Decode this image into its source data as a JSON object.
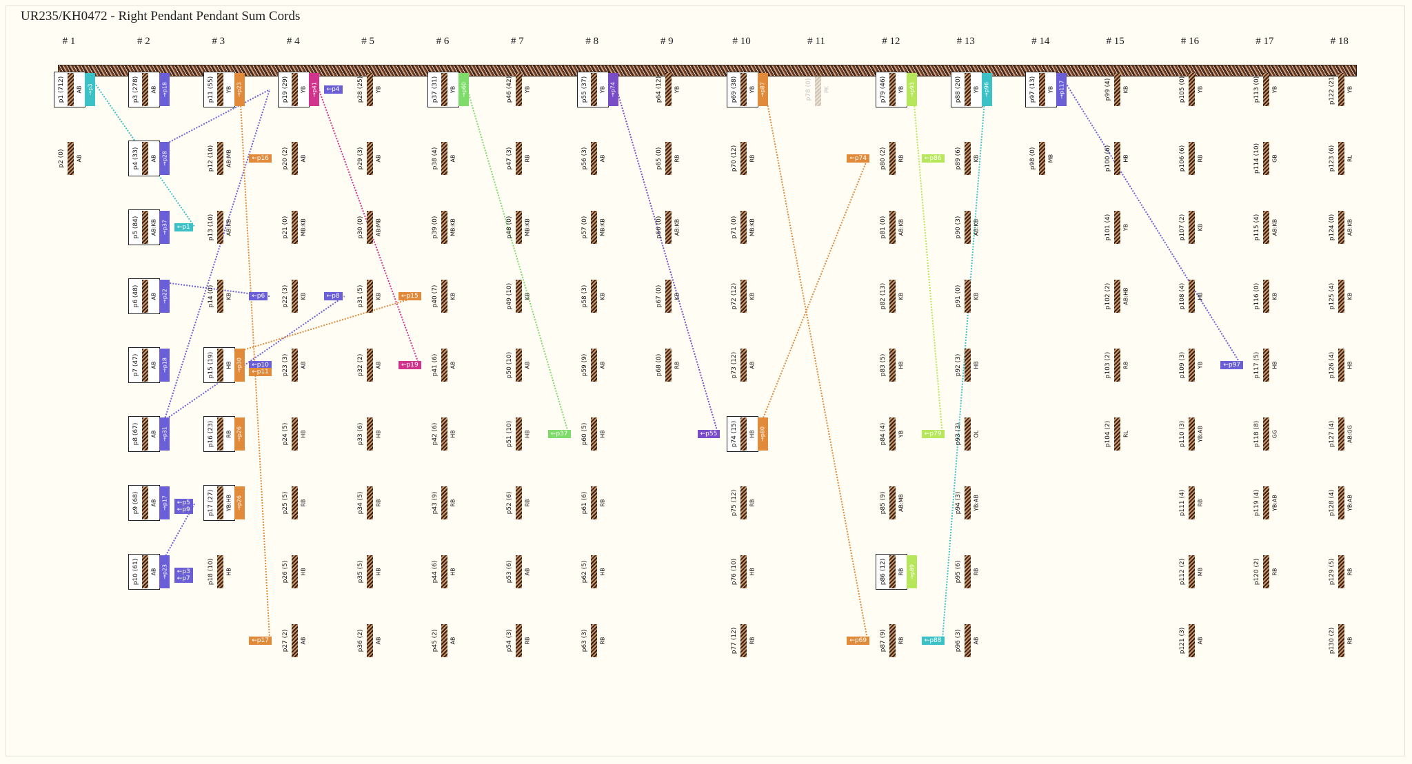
{
  "title": "UR235/KH0472 - Right Pendant Pendant Sum Cords",
  "columns": [
    "# 1",
    "# 2",
    "# 3",
    "# 4",
    "# 5",
    "# 6",
    "# 7",
    "# 8",
    "# 9",
    "# 10",
    "# 11",
    "# 12",
    "# 13",
    "# 14",
    "# 15",
    "# 16",
    "# 17",
    "# 18"
  ],
  "palette": {
    "blue": "#6a5fd6",
    "orange": "#e08a3a",
    "green": "#7edc6a",
    "teal": "#3cc2c6",
    "magenta": "#d0348c",
    "violet": "#7a4dc8",
    "lime": "#b6e65a",
    "tan": "#c9a07a"
  },
  "cords": [
    {
      "label": "p1 (712)",
      "color": "AB",
      "c": 1,
      "r": 0,
      "boxed": true,
      "tag": "→p3",
      "tagColor": "teal"
    },
    {
      "label": "p2 (0)",
      "color": "AB",
      "c": 1,
      "r": 1
    },
    {
      "label": "p3 (278)",
      "color": "AB",
      "c": 2,
      "r": 0,
      "boxed": true,
      "tag": "→p18",
      "tagColor": "blue"
    },
    {
      "label": "p4 (33)",
      "color": "AB",
      "c": 2,
      "r": 1,
      "boxed": true,
      "tag": "→p28",
      "tagColor": "blue"
    },
    {
      "label": "p5 (84)",
      "color": "AB:KB",
      "c": 2,
      "r": 2,
      "boxed": true,
      "tag": "→p37",
      "tagColor": "blue"
    },
    {
      "label": "p6 (48)",
      "color": "AB",
      "c": 2,
      "r": 3,
      "boxed": true,
      "tag": "→p22",
      "tagColor": "blue"
    },
    {
      "label": "p7 (47)",
      "color": "AB",
      "c": 2,
      "r": 4,
      "boxed": true,
      "tag": "→p18",
      "tagColor": "blue"
    },
    {
      "label": "p8 (67)",
      "color": "AB",
      "c": 2,
      "r": 5,
      "boxed": true,
      "tag": "→p31",
      "tagColor": "blue"
    },
    {
      "label": "p9 (68)",
      "color": "AB",
      "c": 2,
      "r": 6,
      "boxed": true,
      "tag": "→p17",
      "tagColor": "blue"
    },
    {
      "label": "p10 (61)",
      "color": "AB",
      "c": 2,
      "r": 7,
      "boxed": true,
      "tag": "→p23",
      "tagColor": "blue"
    },
    {
      "label": "p11 (55)",
      "color": "YB",
      "c": 3,
      "r": 0,
      "boxed": true,
      "tag": "→p23",
      "tagColor": "orange"
    },
    {
      "label": "p12 (10)",
      "color": "AB:MB",
      "c": 3,
      "r": 1
    },
    {
      "label": "p13 (10)",
      "color": "AB:KB",
      "c": 3,
      "r": 2
    },
    {
      "label": "p14 (0)",
      "color": "KB",
      "c": 3,
      "r": 3
    },
    {
      "label": "p15 (19)",
      "color": "HB",
      "c": 3,
      "r": 4,
      "boxed": true,
      "tag": "→p30",
      "tagColor": "orange"
    },
    {
      "label": "p16 (23)",
      "color": "RB",
      "c": 3,
      "r": 5,
      "boxed": true,
      "tag": "→p26",
      "tagColor": "orange"
    },
    {
      "label": "p17 (27)",
      "color": "YB:HB",
      "c": 3,
      "r": 6,
      "boxed": true,
      "tag": "→p26",
      "tagColor": "orange"
    },
    {
      "label": "p18 (10)",
      "color": "HB",
      "c": 3,
      "r": 7
    },
    {
      "label": "p19 (29)",
      "color": "YB",
      "c": 4,
      "r": 0,
      "boxed": true,
      "tag": "→p41",
      "tagColor": "magenta"
    },
    {
      "label": "p20 (2)",
      "color": "AB",
      "c": 4,
      "r": 1
    },
    {
      "label": "p21 (0)",
      "color": "MB:KB",
      "c": 4,
      "r": 2
    },
    {
      "label": "p22 (3)",
      "color": "KB",
      "c": 4,
      "r": 3
    },
    {
      "label": "p23 (3)",
      "color": "AB",
      "c": 4,
      "r": 4
    },
    {
      "label": "p24 (5)",
      "color": "HB",
      "c": 4,
      "r": 5
    },
    {
      "label": "p25 (5)",
      "color": "RB",
      "c": 4,
      "r": 6
    },
    {
      "label": "p26 (5)",
      "color": "HB",
      "c": 4,
      "r": 7
    },
    {
      "label": "p27 (2)",
      "color": "AB",
      "c": 4,
      "r": 8
    },
    {
      "label": "p28 (25)",
      "color": "YB",
      "c": 5,
      "r": 0
    },
    {
      "label": "p29 (3)",
      "color": "AB",
      "c": 5,
      "r": 1
    },
    {
      "label": "p30 (0)",
      "color": "AB:MB",
      "c": 5,
      "r": 2
    },
    {
      "label": "p31 (5)",
      "color": "KB",
      "c": 5,
      "r": 3
    },
    {
      "label": "p32 (2)",
      "color": "AB",
      "c": 5,
      "r": 4
    },
    {
      "label": "p33 (6)",
      "color": "HB",
      "c": 5,
      "r": 5
    },
    {
      "label": "p34 (5)",
      "color": "RB",
      "c": 5,
      "r": 6
    },
    {
      "label": "p35 (5)",
      "color": "HB",
      "c": 5,
      "r": 7
    },
    {
      "label": "p36 (2)",
      "color": "AB",
      "c": 5,
      "r": 8
    },
    {
      "label": "p37 (31)",
      "color": "YB",
      "c": 6,
      "r": 0,
      "boxed": true,
      "tag": "→p60",
      "tagColor": "green"
    },
    {
      "label": "p38 (4)",
      "color": "AB",
      "c": 6,
      "r": 1
    },
    {
      "label": "p39 (0)",
      "color": "MB:KB",
      "c": 6,
      "r": 2
    },
    {
      "label": "p40 (7)",
      "color": "KB",
      "c": 6,
      "r": 3
    },
    {
      "label": "p41 (6)",
      "color": "AB",
      "c": 6,
      "r": 4
    },
    {
      "label": "p42 (6)",
      "color": "HB",
      "c": 6,
      "r": 5
    },
    {
      "label": "p43 (9)",
      "color": "RB",
      "c": 6,
      "r": 6
    },
    {
      "label": "p44 (6)",
      "color": "HB",
      "c": 6,
      "r": 7
    },
    {
      "label": "p45 (2)",
      "color": "AB",
      "c": 6,
      "r": 8
    },
    {
      "label": "p46 (42)",
      "color": "YB",
      "c": 7,
      "r": 0
    },
    {
      "label": "p47 (3)",
      "color": "RB",
      "c": 7,
      "r": 1
    },
    {
      "label": "p48 (0)",
      "color": "MB:KB",
      "c": 7,
      "r": 2
    },
    {
      "label": "p49 (10)",
      "color": "KB",
      "c": 7,
      "r": 3
    },
    {
      "label": "p50 (10)",
      "color": "AB",
      "c": 7,
      "r": 4
    },
    {
      "label": "p51 (10)",
      "color": "HB",
      "c": 7,
      "r": 5
    },
    {
      "label": "p52 (6)",
      "color": "RB",
      "c": 7,
      "r": 6
    },
    {
      "label": "p53 (6)",
      "color": "AB",
      "c": 7,
      "r": 7
    },
    {
      "label": "p54 (3)",
      "color": "RB",
      "c": 7,
      "r": 8
    },
    {
      "label": "p55 (37)",
      "color": "YB",
      "c": 8,
      "r": 0,
      "boxed": true,
      "tag": "→p74",
      "tagColor": "violet"
    },
    {
      "label": "p56 (3)",
      "color": "AB",
      "c": 8,
      "r": 1
    },
    {
      "label": "p57 (0)",
      "color": "MB:KB",
      "c": 8,
      "r": 2
    },
    {
      "label": "p58 (3)",
      "color": "KB",
      "c": 8,
      "r": 3
    },
    {
      "label": "p59 (9)",
      "color": "AB",
      "c": 8,
      "r": 4
    },
    {
      "label": "p60 (5)",
      "color": "HB",
      "c": 8,
      "r": 5
    },
    {
      "label": "p61 (6)",
      "color": "RB",
      "c": 8,
      "r": 6
    },
    {
      "label": "p62 (5)",
      "color": "HB",
      "c": 8,
      "r": 7
    },
    {
      "label": "p63 (3)",
      "color": "RB",
      "c": 8,
      "r": 8
    },
    {
      "label": "p64 (12)",
      "color": "YB",
      "c": 9,
      "r": 0
    },
    {
      "label": "p65 (0)",
      "color": "RB",
      "c": 9,
      "r": 1
    },
    {
      "label": "p66 (0)",
      "color": "AB:KB",
      "c": 9,
      "r": 2
    },
    {
      "label": "p67 (0)",
      "color": "KB",
      "c": 9,
      "r": 3
    },
    {
      "label": "p68 (0)",
      "color": "RB",
      "c": 9,
      "r": 4
    },
    {
      "label": "p69 (38)",
      "color": "YB",
      "c": 10,
      "r": 0,
      "boxed": true,
      "tag": "→p87",
      "tagColor": "orange"
    },
    {
      "label": "p70 (12)",
      "color": "RB",
      "c": 10,
      "r": 1
    },
    {
      "label": "p71 (0)",
      "color": "MB:KB",
      "c": 10,
      "r": 2
    },
    {
      "label": "p72 (12)",
      "color": "KB",
      "c": 10,
      "r": 3
    },
    {
      "label": "p73 (12)",
      "color": "AB",
      "c": 10,
      "r": 4
    },
    {
      "label": "p74 (15)",
      "color": "HB",
      "c": 10,
      "r": 5,
      "boxed": true,
      "tag": "→p80",
      "tagColor": "orange"
    },
    {
      "label": "p75 (12)",
      "color": "RB",
      "c": 10,
      "r": 6
    },
    {
      "label": "p76 (10)",
      "color": "HB",
      "c": 10,
      "r": 7
    },
    {
      "label": "p77 (12)",
      "color": "RB",
      "c": 10,
      "r": 8
    },
    {
      "label": "p78 (0)",
      "color": "PK",
      "c": 11,
      "r": 0,
      "faded": true
    },
    {
      "label": "p79 (46)",
      "color": "YB",
      "c": 12,
      "r": 0,
      "boxed": true,
      "tag": "→p93",
      "tagColor": "lime"
    },
    {
      "label": "p80 (2)",
      "color": "RB",
      "c": 12,
      "r": 1
    },
    {
      "label": "p81 (0)",
      "color": "AB:KB",
      "c": 12,
      "r": 2
    },
    {
      "label": "p82 (13)",
      "color": "KB",
      "c": 12,
      "r": 3
    },
    {
      "label": "p83 (5)",
      "color": "HB",
      "c": 12,
      "r": 4
    },
    {
      "label": "p84 (4)",
      "color": "YB",
      "c": 12,
      "r": 5
    },
    {
      "label": "p85 (9)",
      "color": "AB:MB",
      "c": 12,
      "r": 6
    },
    {
      "label": "p86 (12)",
      "color": "RB",
      "c": 12,
      "r": 7,
      "boxed": true,
      "tag": "→p89",
      "tagColor": "lime"
    },
    {
      "label": "p87 (9)",
      "color": "RB",
      "c": 12,
      "r": 8
    },
    {
      "label": "p88 (20)",
      "color": "YB",
      "c": 13,
      "r": 0,
      "boxed": true,
      "tag": "→p96",
      "tagColor": "teal"
    },
    {
      "label": "p89 (6)",
      "color": "KB",
      "c": 13,
      "r": 1
    },
    {
      "label": "p90 (3)",
      "color": "AB:KB",
      "c": 13,
      "r": 2
    },
    {
      "label": "p91 (0)",
      "color": "KB",
      "c": 13,
      "r": 3
    },
    {
      "label": "p92 (3)",
      "color": "HB",
      "c": 13,
      "r": 4
    },
    {
      "label": "p93 (3)",
      "color": "OL",
      "c": 13,
      "r": 5
    },
    {
      "label": "p94 (3)",
      "color": "YB:AB",
      "c": 13,
      "r": 6
    },
    {
      "label": "p95 (6)",
      "color": "RB",
      "c": 13,
      "r": 7
    },
    {
      "label": "p96 (3)",
      "color": "AB",
      "c": 13,
      "r": 8
    },
    {
      "label": "p97 (13)",
      "color": "YB",
      "c": 14,
      "r": 0,
      "boxed": true,
      "tag": "→p117",
      "tagColor": "blue"
    },
    {
      "label": "p98 (0)",
      "color": "MB",
      "c": 14,
      "r": 1
    },
    {
      "label": "p99 (4)",
      "color": "KB",
      "c": 15,
      "r": 0
    },
    {
      "label": "p100 (6)",
      "color": "HB",
      "c": 15,
      "r": 1
    },
    {
      "label": "p101 (4)",
      "color": "YB",
      "c": 15,
      "r": 2
    },
    {
      "label": "p102 (2)",
      "color": "AB:HB",
      "c": 15,
      "r": 3
    },
    {
      "label": "p103 (2)",
      "color": "RB",
      "c": 15,
      "r": 4
    },
    {
      "label": "p104 (2)",
      "color": "RL",
      "c": 15,
      "r": 5
    },
    {
      "label": "p105 (0)",
      "color": "YB",
      "c": 16,
      "r": 0
    },
    {
      "label": "p106 (6)",
      "color": "RB",
      "c": 16,
      "r": 1
    },
    {
      "label": "p107 (2)",
      "color": "KB",
      "c": 16,
      "r": 2
    },
    {
      "label": "p108 (4)",
      "color": "HB",
      "c": 16,
      "r": 3
    },
    {
      "label": "p109 (3)",
      "color": "YB",
      "c": 16,
      "r": 4
    },
    {
      "label": "p110 (3)",
      "color": "YB:AB",
      "c": 16,
      "r": 5
    },
    {
      "label": "p111 (4)",
      "color": "RB",
      "c": 16,
      "r": 6
    },
    {
      "label": "p112 (2)",
      "color": "MB",
      "c": 16,
      "r": 7
    },
    {
      "label": "p113 (0)",
      "color": "YB",
      "c": 17,
      "r": 0
    },
    {
      "label": "p114 (10)",
      "color": "GB",
      "c": 17,
      "r": 1
    },
    {
      "label": "p115 (4)",
      "color": "AB:KB",
      "c": 17,
      "r": 2
    },
    {
      "label": "p116 (0)",
      "color": "KB",
      "c": 17,
      "r": 3
    },
    {
      "label": "p117 (5)",
      "color": "HB",
      "c": 17,
      "r": 4
    },
    {
      "label": "p118 (8)",
      "color": "GG",
      "c": 17,
      "r": 5
    },
    {
      "label": "p119 (4)",
      "color": "YB:AB",
      "c": 17,
      "r": 6
    },
    {
      "label": "p120 (2)",
      "color": "RB",
      "c": 17,
      "r": 7
    },
    {
      "label": "p121 (3)",
      "color": "AB",
      "c": 16,
      "r": 8
    },
    {
      "label": "p122 (21)",
      "color": "YB",
      "c": 18,
      "r": 0
    },
    {
      "label": "p123 (6)",
      "color": "RL",
      "c": 18,
      "r": 1
    },
    {
      "label": "p124 (0)",
      "color": "AB:KB",
      "c": 18,
      "r": 2
    },
    {
      "label": "p125 (4)",
      "color": "KB",
      "c": 18,
      "r": 3
    },
    {
      "label": "p126 (4)",
      "color": "HB",
      "c": 18,
      "r": 4
    },
    {
      "label": "p127 (4)",
      "color": "AB:GG",
      "c": 18,
      "r": 5
    },
    {
      "label": "p128 (4)",
      "color": "YB:AB",
      "c": 18,
      "r": 6
    },
    {
      "label": "p129 (5)",
      "color": "RB",
      "c": 18,
      "r": 7
    },
    {
      "label": "p130 (2)",
      "color": "RB",
      "c": 18,
      "r": 8
    }
  ],
  "tags": [
    {
      "text": "←p1",
      "c": 3,
      "r": 2,
      "color": "teal"
    },
    {
      "text": "←p4",
      "c": 5,
      "r": 0,
      "color": "blue"
    },
    {
      "text": "←p16",
      "c": 4,
      "r": 1,
      "color": "orange"
    },
    {
      "text": "←p6",
      "c": 4,
      "r": 3,
      "color": "blue"
    },
    {
      "text": "←p8",
      "c": 5,
      "r": 3,
      "color": "blue"
    },
    {
      "text": "←p15",
      "c": 6,
      "r": 3,
      "color": "orange"
    },
    {
      "text": "←p19",
      "c": 6,
      "r": 4,
      "color": "magenta"
    },
    {
      "text": "←p10",
      "c": 4,
      "r": 4,
      "color": "blue"
    },
    {
      "text": "←p11",
      "c": 4,
      "r": 4.25,
      "color": "orange"
    },
    {
      "text": "←p5",
      "c": 3,
      "r": 6,
      "color": "blue"
    },
    {
      "text": "←p9",
      "c": 3,
      "r": 6.25,
      "color": "blue"
    },
    {
      "text": "←p3",
      "c": 3,
      "r": 7,
      "color": "blue"
    },
    {
      "text": "←p7",
      "c": 3,
      "r": 7.25,
      "color": "blue"
    },
    {
      "text": "←p17",
      "c": 4,
      "r": 8,
      "color": "orange"
    },
    {
      "text": "←p37",
      "c": 8,
      "r": 5,
      "color": "green"
    },
    {
      "text": "←p55",
      "c": 10,
      "r": 5,
      "color": "violet"
    },
    {
      "text": "←p74",
      "c": 12,
      "r": 1,
      "color": "orange"
    },
    {
      "text": "←p69",
      "c": 12,
      "r": 8,
      "color": "orange"
    },
    {
      "text": "←p86",
      "c": 13,
      "r": 1,
      "color": "lime"
    },
    {
      "text": "←p79",
      "c": 13,
      "r": 5,
      "color": "lime"
    },
    {
      "text": "←p88",
      "c": 13,
      "r": 8,
      "color": "teal"
    },
    {
      "text": "←p97",
      "c": 17,
      "r": 4,
      "color": "blue"
    }
  ],
  "links": [
    {
      "from": [
        1,
        0
      ],
      "to": [
        3,
        2
      ],
      "color": "teal"
    },
    {
      "from": [
        2,
        1
      ],
      "to": [
        4,
        0
      ],
      "color": "blue"
    },
    {
      "from": [
        2,
        3
      ],
      "to": [
        4,
        3
      ],
      "color": "blue"
    },
    {
      "from": [
        2,
        5
      ],
      "to": [
        4,
        0
      ],
      "color": "blue"
    },
    {
      "from": [
        2,
        5
      ],
      "to": [
        5,
        3
      ],
      "color": "blue"
    },
    {
      "from": [
        2,
        7
      ],
      "to": [
        3,
        6
      ],
      "color": "blue"
    },
    {
      "from": [
        3,
        0
      ],
      "to": [
        4,
        8
      ],
      "color": "orange"
    },
    {
      "from": [
        3,
        4
      ],
      "to": [
        6,
        3
      ],
      "color": "orange"
    },
    {
      "from": [
        4,
        0
      ],
      "to": [
        6,
        4
      ],
      "color": "magenta"
    },
    {
      "from": [
        6,
        0
      ],
      "to": [
        8,
        5
      ],
      "color": "green"
    },
    {
      "from": [
        8,
        0
      ],
      "to": [
        10,
        5
      ],
      "color": "violet"
    },
    {
      "from": [
        10,
        0
      ],
      "to": [
        12,
        8
      ],
      "color": "orange"
    },
    {
      "from": [
        10,
        5
      ],
      "to": [
        12,
        1
      ],
      "color": "orange"
    },
    {
      "from": [
        12,
        0
      ],
      "to": [
        13,
        5
      ],
      "color": "lime"
    },
    {
      "from": [
        13,
        0
      ],
      "to": [
        13,
        8
      ],
      "color": "teal"
    },
    {
      "from": [
        14,
        0
      ],
      "to": [
        17,
        4
      ],
      "color": "blue"
    }
  ]
}
